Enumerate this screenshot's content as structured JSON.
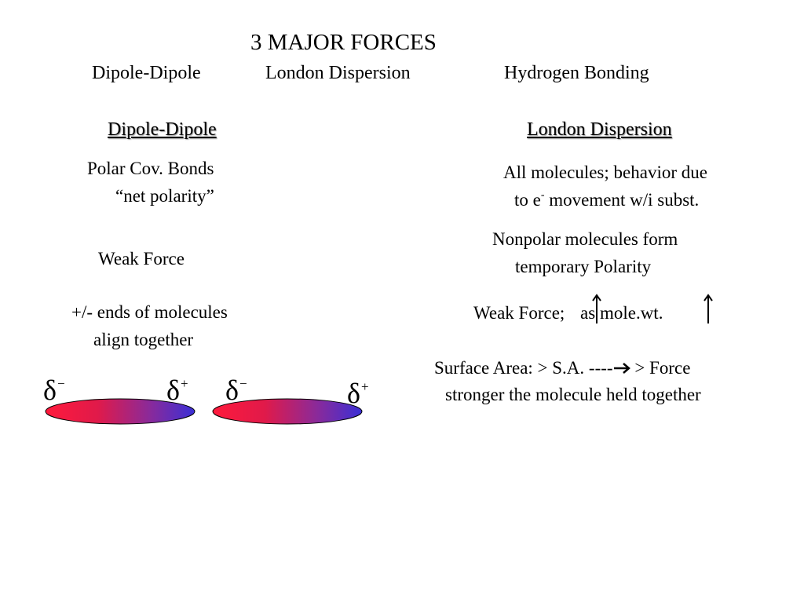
{
  "title": "3 MAJOR FORCES",
  "forces": [
    "Dipole-Dipole",
    "London Dispersion",
    "Hydrogen Bonding"
  ],
  "dipole": {
    "heading": "Dipole-Dipole",
    "line1": "Polar Cov. Bonds",
    "line2": "“net polarity”",
    "weak": "Weak Force",
    "ends1": "+/- ends of molecules",
    "ends2": "align together",
    "delta_symbol": "δ",
    "minus": "−",
    "plus": "+"
  },
  "london": {
    "heading": "London Dispersion",
    "all1": "All molecules; behavior due",
    "all2_pre": "to e",
    "all2_sup": "-",
    "all2_post": " movement w/i subst.",
    "nonpolar1": "Nonpolar molecules form",
    "nonpolar2": "temporary Polarity",
    "weak_pre": "Weak Force; ",
    "weak_post": "as mole.wt.",
    "surface_pre": "Surface Area:  > S.A. ----",
    "surface_post": " > Force",
    "surface2": "stronger the molecule held together"
  },
  "colors": {
    "negative": "#ff1a3c",
    "positive": "#3a2fd6",
    "outline": "#000000"
  }
}
